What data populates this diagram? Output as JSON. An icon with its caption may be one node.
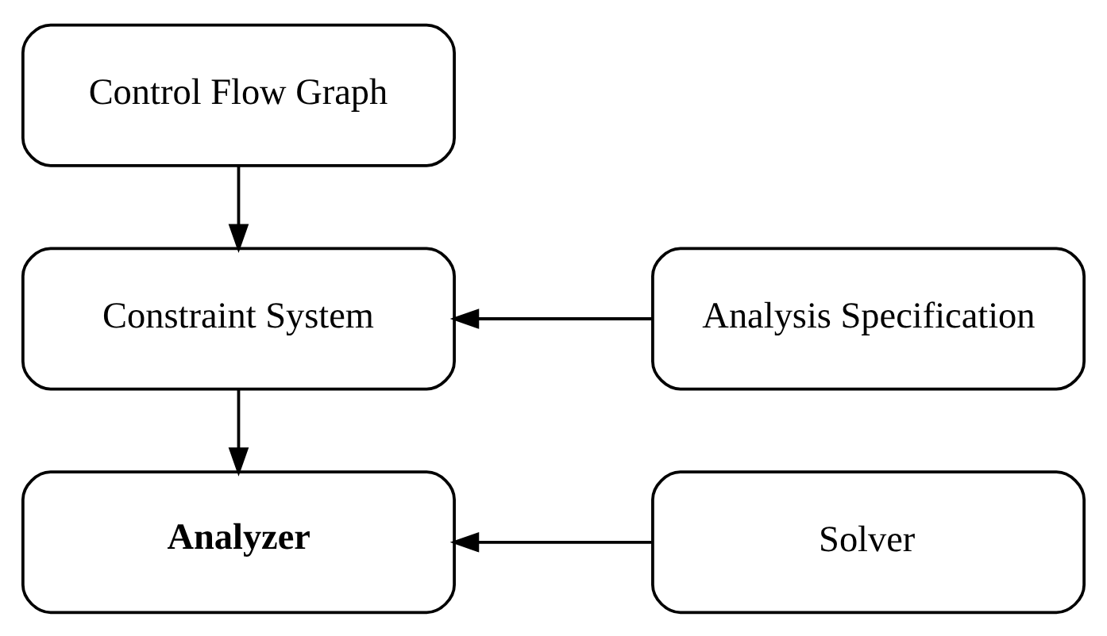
{
  "diagram": {
    "nodes": [
      {
        "text": [
          "Control Flow Graph"
        ]
      },
      {
        "text": [
          "Constraint System"
        ]
      },
      {
        "text": [
          "Analysis Specification"
        ]
      },
      {
        "text": [
          "Analyzer"
        ]
      },
      {
        "text": [
          "Solver"
        ]
      }
    ],
    "edges": [
      {
        "from": 0,
        "to": 1,
        "arrow": "to"
      },
      {
        "from": 2,
        "to": 1,
        "arrow": "to"
      },
      {
        "from": 1,
        "to": 3,
        "arrow": "to"
      },
      {
        "from": 4,
        "to": 3,
        "arrow": "to"
      }
    ]
  }
}
